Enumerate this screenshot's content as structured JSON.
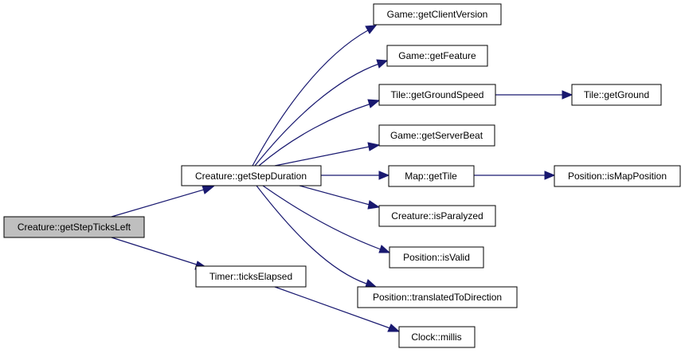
{
  "colors": {
    "edge": "#191970",
    "root_fill": "#bfbfbf",
    "node_fill": "#ffffff",
    "border": "#000000"
  },
  "nodes": {
    "root": "Creature::getStepTicksLeft",
    "getStepDuration": "Creature::getStepDuration",
    "ticksElapsed": "Timer::ticksElapsed",
    "getClientVersion": "Game::getClientVersion",
    "getFeature": "Game::getFeature",
    "getGroundSpeed": "Tile::getGroundSpeed",
    "getGround": "Tile::getGround",
    "getServerBeat": "Game::getServerBeat",
    "getTile": "Map::getTile",
    "isMapPosition": "Position::isMapPosition",
    "isParalyzed": "Creature::isParalyzed",
    "isValid": "Position::isValid",
    "translatedToDirection": "Position::translatedToDirection",
    "millis": "Clock::millis"
  }
}
